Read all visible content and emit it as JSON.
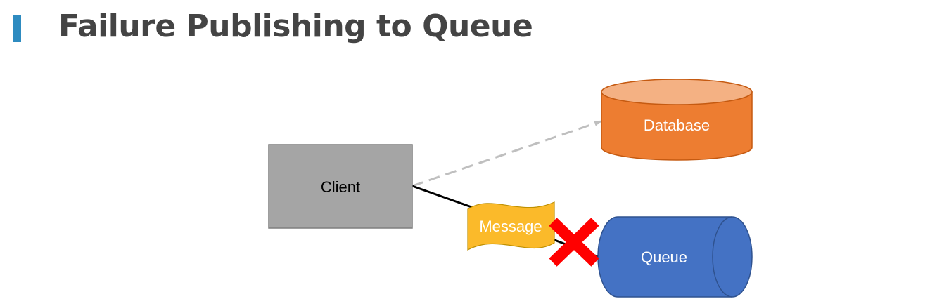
{
  "slide": {
    "title": "Failure Publishing to Queue"
  },
  "colors": {
    "accent": "#2E8BC0",
    "title_text": "#444444",
    "client_fill": "#A5A5A5",
    "database_fill": "#ED7D31",
    "database_top": "#F4B183",
    "message_fill": "#FFC000",
    "queue_fill": "#4472C4",
    "failure_cross": "#FF0000",
    "dashed_arrow": "#BFBFBF"
  },
  "diagram": {
    "client": {
      "label": "Client",
      "icon": "rectangle"
    },
    "database": {
      "label": "Database",
      "icon": "cylinder"
    },
    "message": {
      "label": "Message",
      "icon": "wave-banner"
    },
    "queue": {
      "label": "Queue",
      "icon": "horizontal-cylinder"
    },
    "failure_marker": {
      "icon": "red-x-icon"
    },
    "edges": [
      {
        "from": "client",
        "to": "database",
        "style": "dashed"
      },
      {
        "from": "client",
        "to": "queue",
        "style": "solid",
        "status": "failed"
      }
    ]
  }
}
